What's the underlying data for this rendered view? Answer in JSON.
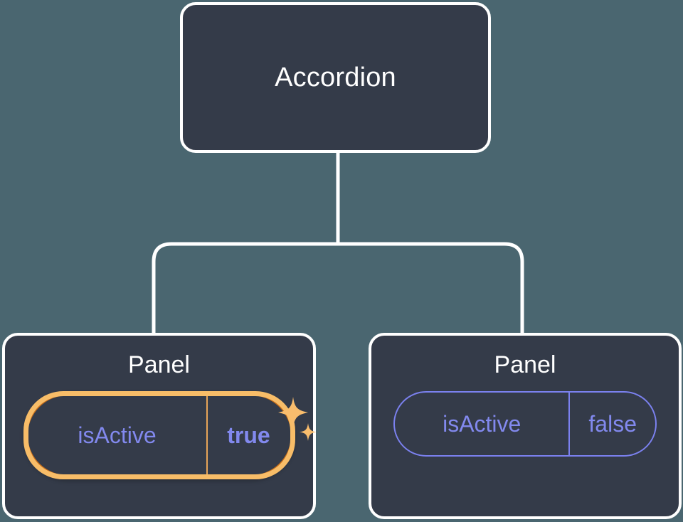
{
  "diagram": {
    "type": "component-tree",
    "background_color": "#4a6670",
    "node_fill_color": "#343b49",
    "node_border_color": "#ffffff",
    "edge_color": "#ffffff",
    "prop_accent_color": "#8289ee",
    "highlight_outer_color": "#c96f1a",
    "highlight_inner_color": "#f8bd68",
    "root": {
      "title": "Accordion"
    },
    "children": [
      {
        "title": "Panel",
        "highlighted": true,
        "prop": {
          "key": "isActive",
          "value": "true"
        },
        "sparkle_icon": "sparkles-icon"
      },
      {
        "title": "Panel",
        "highlighted": false,
        "prop": {
          "key": "isActive",
          "value": "false"
        }
      }
    ]
  }
}
